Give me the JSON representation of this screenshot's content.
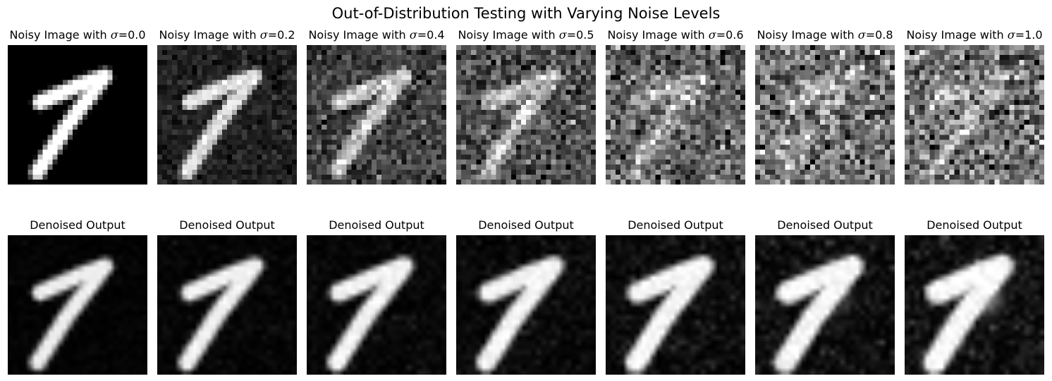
{
  "figure": {
    "title": "Out-of-Distribution Testing with Varying Noise Levels"
  },
  "noisy_row": {
    "title_prefix": "Noisy Image with ",
    "sigma_symbol": "σ",
    "equals": "=",
    "sigmas": [
      "0.0",
      "0.2",
      "0.4",
      "0.5",
      "0.6",
      "0.8",
      "1.0"
    ],
    "sigma_values": [
      0.0,
      0.2,
      0.4,
      0.5,
      0.6,
      0.8,
      1.0
    ]
  },
  "denoised_row": {
    "titles": [
      "Denoised Output",
      "Denoised Output",
      "Denoised Output",
      "Denoised Output",
      "Denoised Output",
      "Denoised Output",
      "Denoised Output"
    ]
  },
  "colors": {
    "background": "#ffffff",
    "text": "#000000",
    "digit": "#ffffff",
    "base": "#000000"
  }
}
